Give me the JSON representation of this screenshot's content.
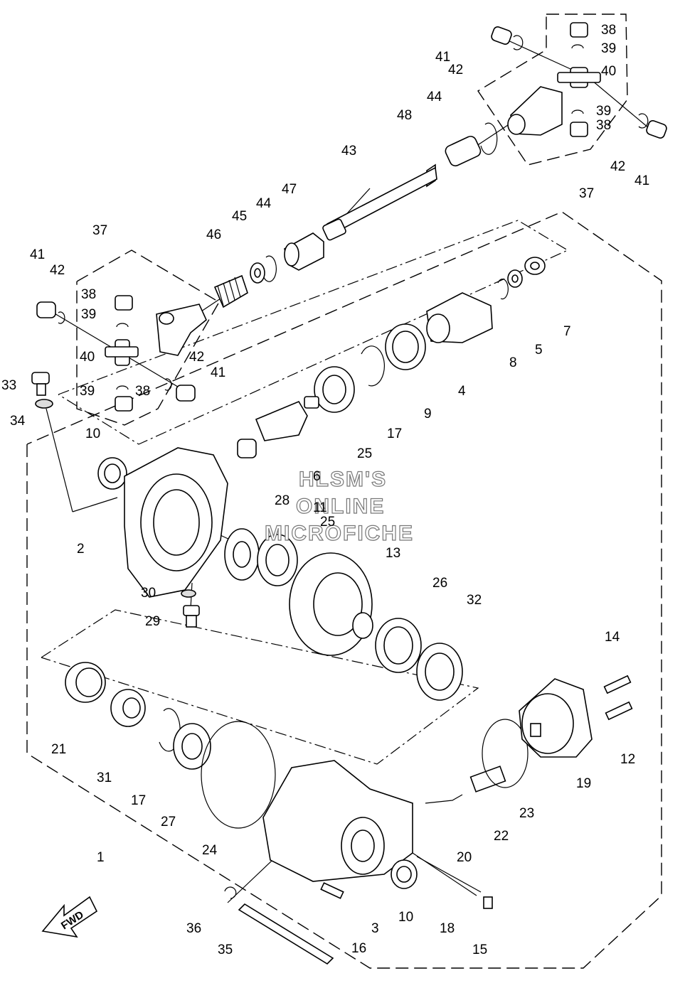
{
  "watermark": {
    "line1": "HLSM'S",
    "line2": "ONLINE",
    "line3": "MICROFICHE"
  },
  "fwd_label": "FWD",
  "callouts": [
    {
      "id": "c-38a",
      "text": "38"
    },
    {
      "id": "c-39a",
      "text": "39"
    },
    {
      "id": "c-40a",
      "text": "40"
    },
    {
      "id": "c-41a",
      "text": "41"
    },
    {
      "id": "c-42a",
      "text": "42"
    },
    {
      "id": "c-39b",
      "text": "39"
    },
    {
      "id": "c-38b",
      "text": "38"
    },
    {
      "id": "c-44a",
      "text": "44"
    },
    {
      "id": "c-48",
      "text": "48"
    },
    {
      "id": "c-43",
      "text": "43"
    },
    {
      "id": "c-42b",
      "text": "42"
    },
    {
      "id": "c-41b",
      "text": "41"
    },
    {
      "id": "c-37a",
      "text": "37"
    },
    {
      "id": "c-47",
      "text": "47"
    },
    {
      "id": "c-45",
      "text": "45"
    },
    {
      "id": "c-44b",
      "text": "44"
    },
    {
      "id": "c-46",
      "text": "46"
    },
    {
      "id": "c-37b",
      "text": "37"
    },
    {
      "id": "c-41c",
      "text": "41"
    },
    {
      "id": "c-42c",
      "text": "42"
    },
    {
      "id": "c-38c",
      "text": "38"
    },
    {
      "id": "c-39c",
      "text": "39"
    },
    {
      "id": "c-40b",
      "text": "40"
    },
    {
      "id": "c-42d",
      "text": "42"
    },
    {
      "id": "c-41d",
      "text": "41"
    },
    {
      "id": "c-39d",
      "text": "39"
    },
    {
      "id": "c-38d",
      "text": "38"
    },
    {
      "id": "c-33",
      "text": "33"
    },
    {
      "id": "c-34",
      "text": "34"
    },
    {
      "id": "c-7",
      "text": "7"
    },
    {
      "id": "c-5",
      "text": "5"
    },
    {
      "id": "c-8",
      "text": "8"
    },
    {
      "id": "c-4",
      "text": "4"
    },
    {
      "id": "c-9",
      "text": "9"
    },
    {
      "id": "c-17a",
      "text": "17"
    },
    {
      "id": "c-25a",
      "text": "25"
    },
    {
      "id": "c-6",
      "text": "6"
    },
    {
      "id": "c-28",
      "text": "28"
    },
    {
      "id": "c-10a",
      "text": "10"
    },
    {
      "id": "c-11",
      "text": "11"
    },
    {
      "id": "c-25b",
      "text": "25"
    },
    {
      "id": "c-2",
      "text": "2"
    },
    {
      "id": "c-13",
      "text": "13"
    },
    {
      "id": "c-26",
      "text": "26"
    },
    {
      "id": "c-32",
      "text": "32"
    },
    {
      "id": "c-30",
      "text": "30"
    },
    {
      "id": "c-29",
      "text": "29"
    },
    {
      "id": "c-14",
      "text": "14"
    },
    {
      "id": "c-12",
      "text": "12"
    },
    {
      "id": "c-19",
      "text": "19"
    },
    {
      "id": "c-21",
      "text": "21"
    },
    {
      "id": "c-31",
      "text": "31"
    },
    {
      "id": "c-17b",
      "text": "17"
    },
    {
      "id": "c-27",
      "text": "27"
    },
    {
      "id": "c-23",
      "text": "23"
    },
    {
      "id": "c-22",
      "text": "22"
    },
    {
      "id": "c-20",
      "text": "20"
    },
    {
      "id": "c-24",
      "text": "24"
    },
    {
      "id": "c-1",
      "text": "1"
    },
    {
      "id": "c-10b",
      "text": "10"
    },
    {
      "id": "c-3",
      "text": "3"
    },
    {
      "id": "c-18",
      "text": "18"
    },
    {
      "id": "c-36",
      "text": "36"
    },
    {
      "id": "c-16",
      "text": "16"
    },
    {
      "id": "c-35",
      "text": "35"
    },
    {
      "id": "c-15",
      "text": "15"
    }
  ]
}
